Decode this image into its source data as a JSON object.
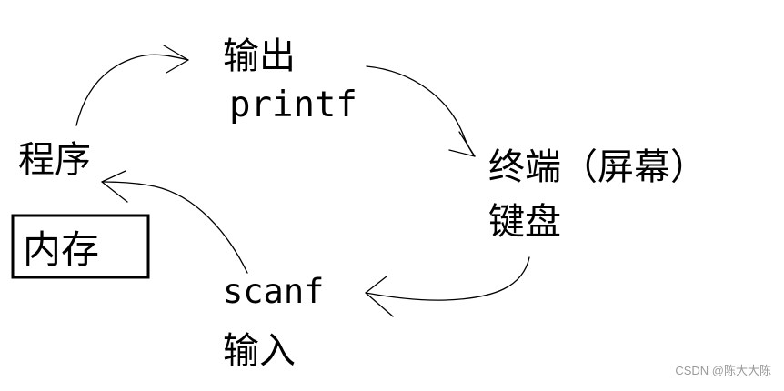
{
  "nodes": {
    "output": "输出",
    "printf": "printf",
    "terminal": "终端（屏幕）",
    "keyboard": "键盘",
    "scanf": "scanf",
    "input": "输入",
    "program": "程序",
    "memory": "内存"
  },
  "watermark": "CSDN @陈大大陈",
  "colors": {
    "ink": "#000000",
    "watermark": "#9a9a9a",
    "background": "#ffffff"
  }
}
